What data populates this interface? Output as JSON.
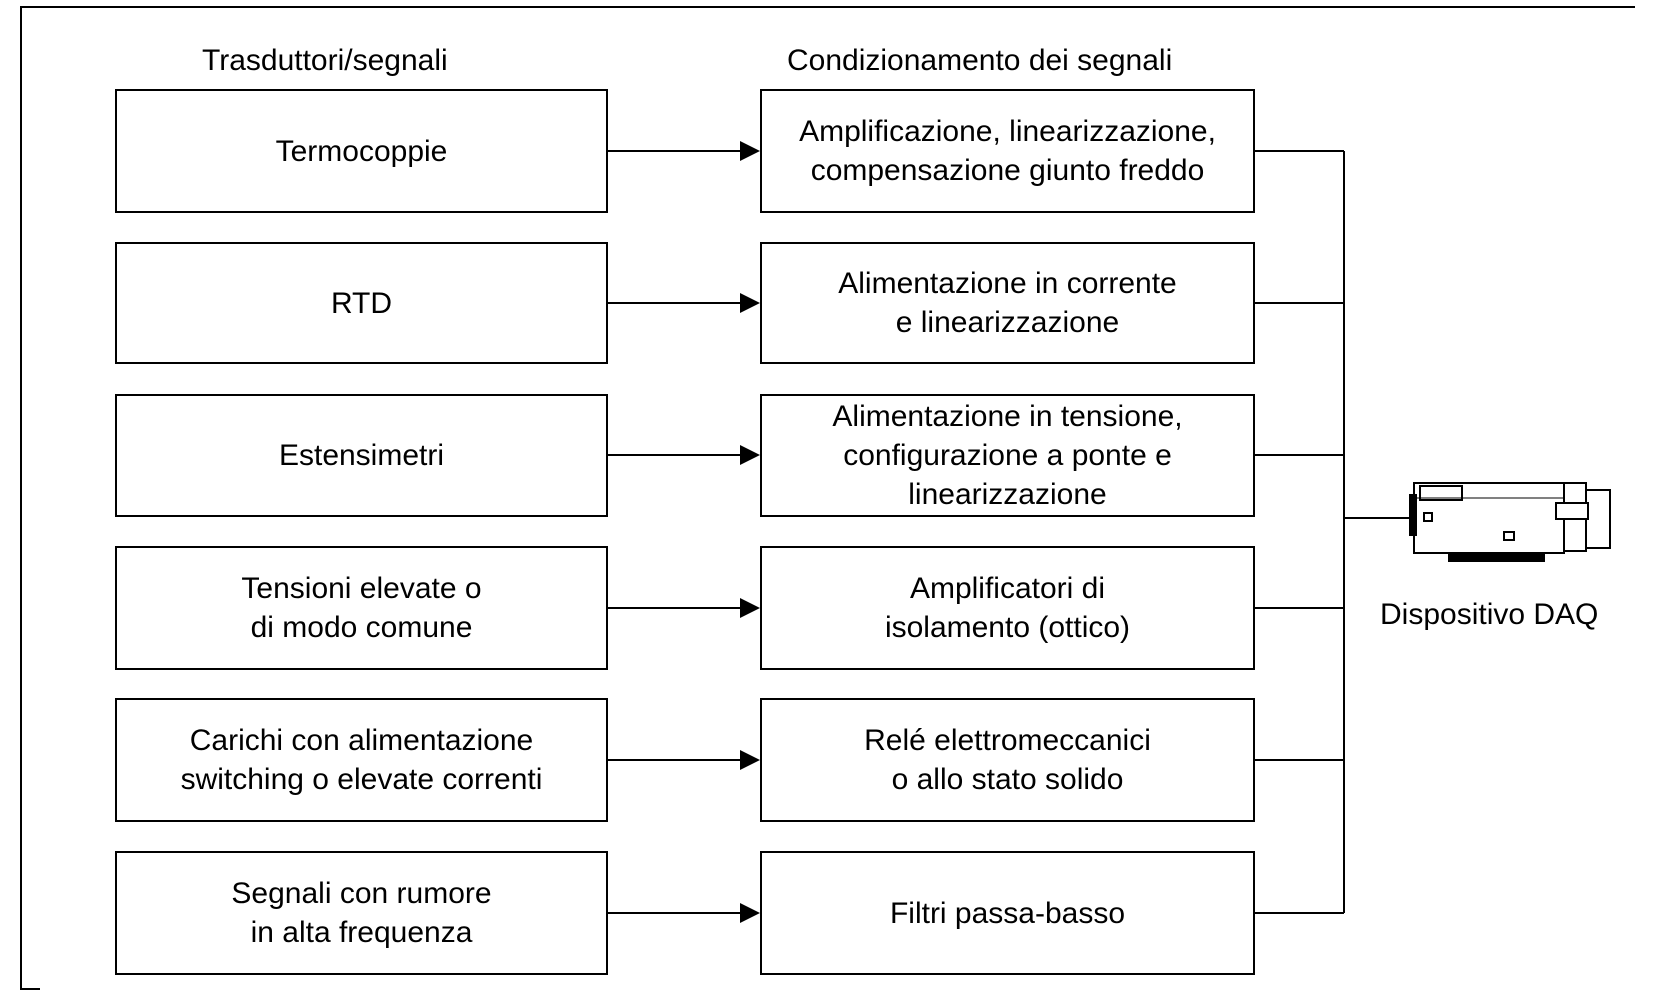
{
  "headings": {
    "left": "Trasduttori/segnali",
    "right": "Condizionamento dei segnali"
  },
  "rows": [
    {
      "transducer": "Termocoppie",
      "conditioning": "Amplificazione, linearizzazione,\ncompensazione giunto freddo"
    },
    {
      "transducer": "RTD",
      "conditioning": "Alimentazione in corrente\ne linearizzazione"
    },
    {
      "transducer": "Estensimetri",
      "conditioning": "Alimentazione in tensione,\nconfigurazione a ponte e\nlinearizzazione"
    },
    {
      "transducer": "Tensioni elevate o\ndi modo comune",
      "conditioning": "Amplificatori di\nisolamento (ottico)"
    },
    {
      "transducer": "Carichi con alimentazione\nswitching o elevate correnti",
      "conditioning": "Relé elettromeccanici\no allo stato solido"
    },
    {
      "transducer": "Segnali con rumore\nin alta frequenza",
      "conditioning": "Filtri passa-basso"
    }
  ],
  "daq": {
    "label": "Dispositivo DAQ",
    "icon": "daq-device-icon"
  }
}
